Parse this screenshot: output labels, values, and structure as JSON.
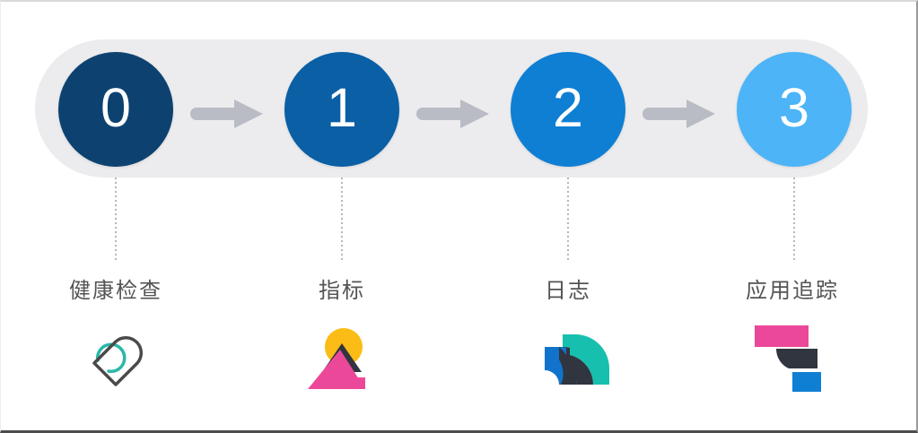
{
  "diagram": {
    "title_present": false,
    "track": {
      "fill": "#ececee"
    },
    "arrow_color": "#b9bcc4",
    "connector_color": "#b6b6bb",
    "label_color": "#545454",
    "stages": [
      {
        "number": "0",
        "label": "健康检查",
        "circle_color": "#0d4270",
        "icon_name": "heart-healthcheck-icon",
        "icon_colors": {
          "outline": "#4a4a4a",
          "accent": "#2ab7a9"
        }
      },
      {
        "number": "1",
        "label": "指标",
        "circle_color": "#0a5fa5",
        "icon_name": "mountain-sun-metrics-icon",
        "icon_colors": {
          "sun": "#fbbc16",
          "peak": "#30353f",
          "base": "#ec4899"
        }
      },
      {
        "number": "2",
        "label": "日志",
        "circle_color": "#0f7fd4",
        "icon_name": "nested-arcs-logs-icon",
        "icon_colors": {
          "outer": "#17bfae",
          "middle": "#30353f",
          "inner": "#0f7fd4"
        }
      },
      {
        "number": "3",
        "label": "应用追踪",
        "circle_color": "#4cb4f7",
        "icon_name": "stacked-blocks-tracing-icon",
        "icon_colors": {
          "top": "#ec4899",
          "middle": "#30353f",
          "bottom": "#0f7fd4"
        }
      }
    ],
    "arrows": [
      {
        "name": "arrow-0-to-1"
      },
      {
        "name": "arrow-1-to-2"
      },
      {
        "name": "arrow-2-to-3"
      }
    ]
  }
}
